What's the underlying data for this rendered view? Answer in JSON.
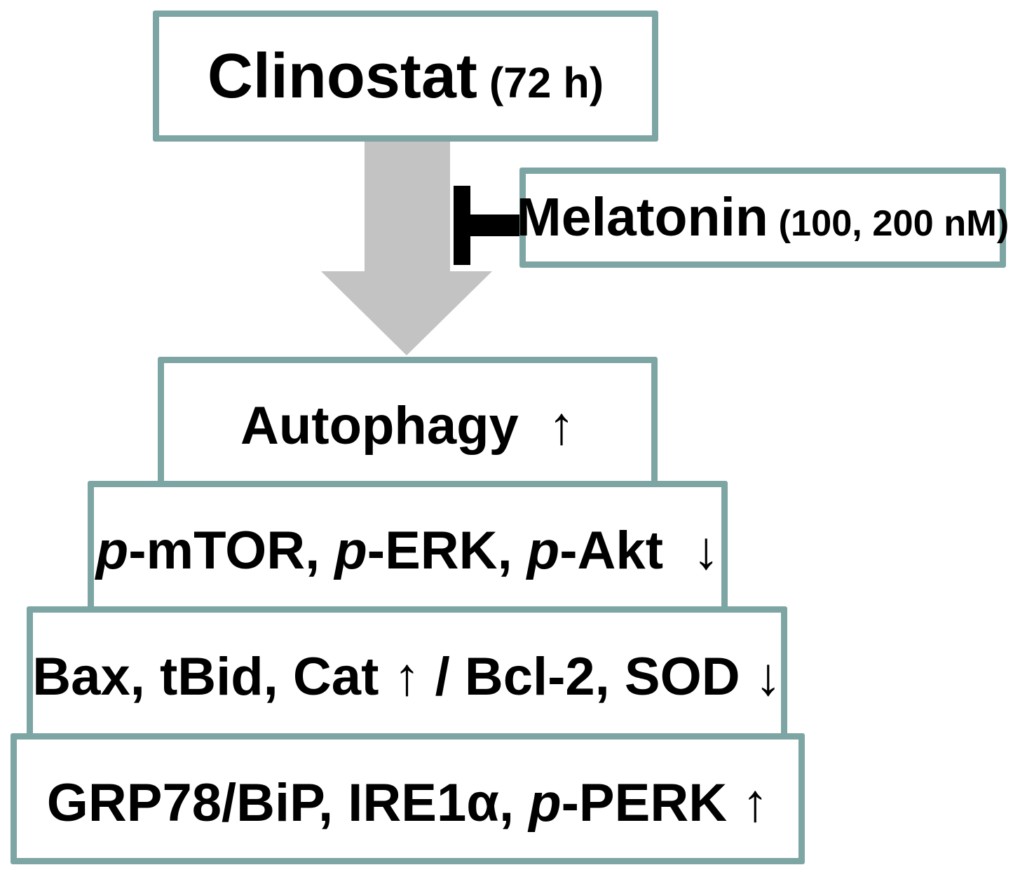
{
  "figure": {
    "boxes": {
      "clinostat": {
        "segments": [
          {
            "text": "Clinostat"
          },
          {
            "text": " (72 h)",
            "small": true
          }
        ]
      },
      "melatonin": {
        "segments": [
          {
            "text": "Melatonin"
          },
          {
            "text": " (100, 200 nM)",
            "small": true
          }
        ]
      },
      "autophagy": {
        "segments": [
          {
            "text": "Autophagy  ↑"
          }
        ]
      },
      "p_mtor": {
        "segments": [
          {
            "text": "p",
            "italic": true
          },
          {
            "text": "-mTOR, "
          },
          {
            "text": "p",
            "italic": true
          },
          {
            "text": "-ERK, "
          },
          {
            "text": "p",
            "italic": true
          },
          {
            "text": "-Akt  ↓"
          }
        ]
      },
      "bax": {
        "segments": [
          {
            "text": "Bax, tBid, Cat ↑ / Bcl-2, SOD ↓"
          }
        ]
      },
      "grp78": {
        "segments": [
          {
            "text": "GRP78/BiP, IRE1α, "
          },
          {
            "text": "p",
            "italic": true
          },
          {
            "text": "-PERK ↑"
          }
        ]
      }
    },
    "icons": {
      "down_arrow": "block-down-arrow",
      "inhibition": "t-bar-inhibitor"
    },
    "colors": {
      "border": "#7da5a3",
      "arrow": "#c3c3c3",
      "inhibitor": "#000000",
      "text": "#000000",
      "background": "#ffffff"
    }
  }
}
